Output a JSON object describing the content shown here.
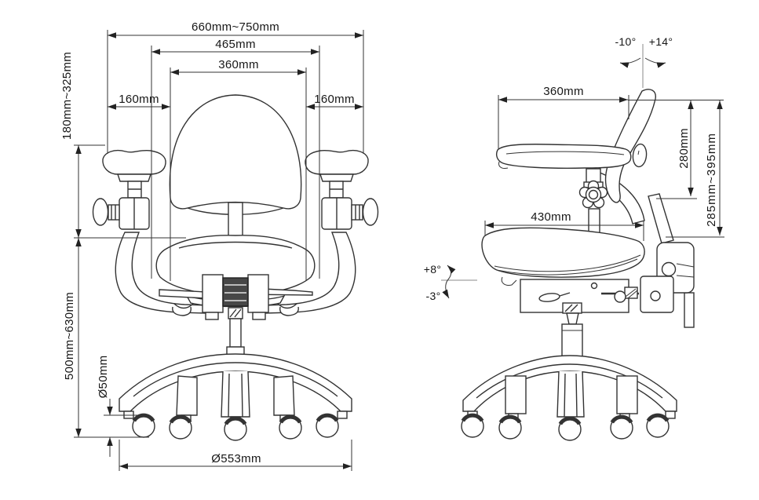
{
  "drawing": {
    "front_view": {
      "overall_width": "660mm~750mm",
      "upper_width": "465mm",
      "backrest_width": "360mm",
      "armrest_pad_left": "160mm",
      "armrest_pad_right": "160mm",
      "armrest_height_range": "180mm~325mm",
      "seat_height_range": "500mm~630mm",
      "caster_diameter": "Ø50mm",
      "base_diameter": "Ø553mm"
    },
    "side_view": {
      "pivot_tilt_back": "-10°",
      "pivot_tilt_forward": "+14°",
      "armrest_depth": "360mm",
      "backrest_height": "280mm",
      "backrest_height_range": "285mm~395mm",
      "seat_depth": "430mm",
      "seat_tilt_up": "+8°",
      "seat_tilt_down": "-3°"
    }
  }
}
